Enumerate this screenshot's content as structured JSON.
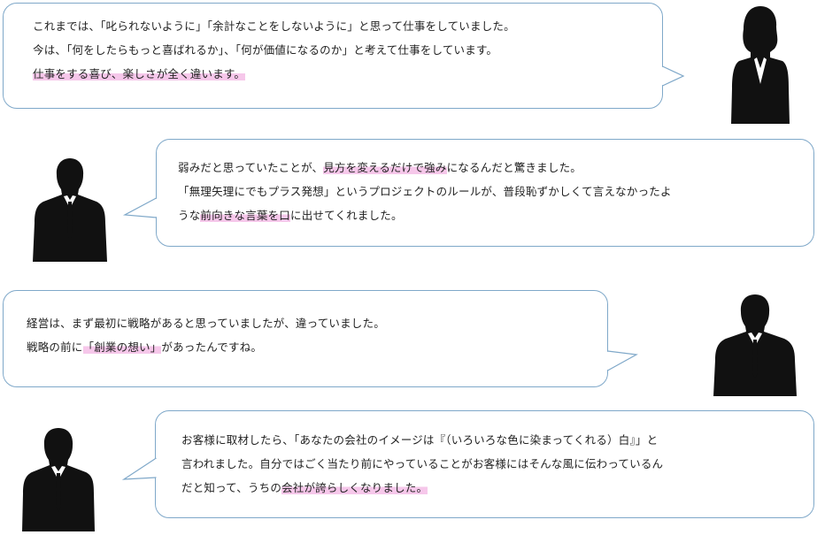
{
  "testimonials": [
    {
      "lines": [
        [
          "これまでは、「叱られないように」「余計なことをしないように」と思って仕事をしていました。"
        ],
        [
          "今は、「何をしたらもっと喜ばれるか」、「何が価値になるのか」と考えて仕事をしています。"
        ],
        [
          {
            "hl": "仕事をする喜び、楽しさが全く違います。"
          }
        ]
      ],
      "avatar": "woman-silhouette"
    },
    {
      "lines": [
        [
          "弱みだと思っていたことが、",
          {
            "hl": "見方を変えるだけで強み"
          },
          "になるんだと驚きました。"
        ],
        [
          "「無理矢理にでもプラス発想」というプロジェクトのルールが、普段恥ずかしくて言えなかったよ"
        ],
        [
          "うな",
          {
            "hl": "前向きな言葉を口"
          },
          "に出せてくれました。"
        ]
      ],
      "avatar": "man-silhouette"
    },
    {
      "lines": [
        [
          "経営は、まず最初に戦略があると思っていましたが、違っていました。"
        ],
        [
          "戦略の前に",
          {
            "hl": "「創業の想い」"
          },
          "があったんですね。"
        ]
      ],
      "avatar": "man-silhouette"
    },
    {
      "lines": [
        [
          "お客様に取材したら、「あなたの会社のイメージは『（いろいろな色に染まってくれる）白』」と"
        ],
        [
          "言われました。自分ではごく当たり前にやっていることがお客様にはそんな風に伝わっているん"
        ],
        [
          "だと知って、うちの",
          {
            "hl": "会社が誇らしくなりました。"
          }
        ]
      ],
      "avatar": "man-silhouette"
    }
  ],
  "colors": {
    "bubble_border": "#7fa8c9",
    "highlight": "#f6c7ea",
    "silhouette": "#111111"
  }
}
